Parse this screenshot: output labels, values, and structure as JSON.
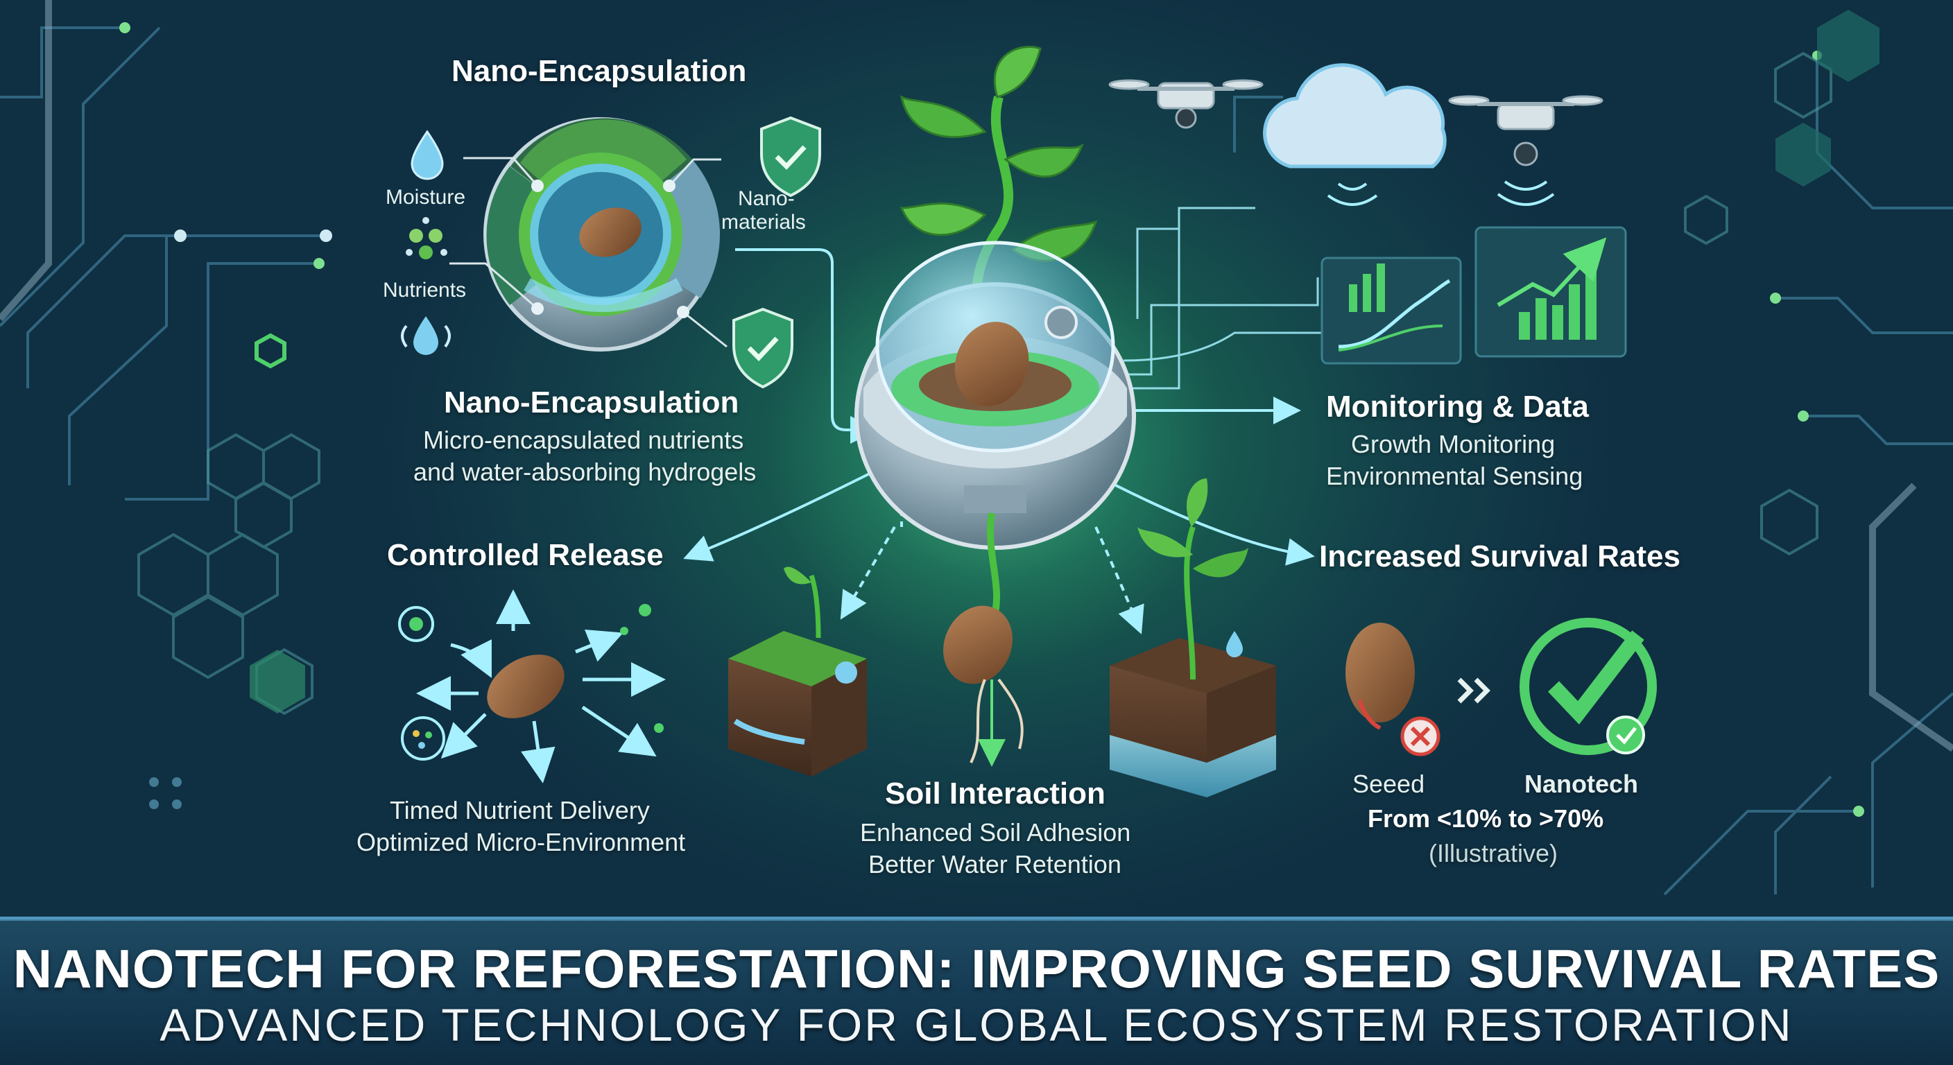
{
  "nano_top": {
    "title": "Nano-Encapsulation",
    "moisture": "Moisture",
    "nutrients": "Nutrients",
    "nanomaterials_1": "Nano-",
    "nanomaterials_2": "materials"
  },
  "nano_main": {
    "title": "Nano-Encapsulation",
    "line1": "Micro-encapsulated nutrients",
    "line2": "and water-absorbing hydrogels"
  },
  "controlled": {
    "title": "Controlled Release",
    "line1": "Timed Nutrient Delivery",
    "line2": "Optimized Micro-Environment"
  },
  "soil": {
    "title": "Soil Interaction",
    "line1": "Enhanced Soil Adhesion",
    "line2": "Better Water Retention"
  },
  "monitoring": {
    "title": "Monitoring & Data",
    "line1": "Growth Monitoring",
    "line2": "Environmental Sensing"
  },
  "survival": {
    "title": "Increased Survival Rates",
    "seed": "Seeed",
    "nanotech": "Nanotech",
    "from": "From <10% to >70%",
    "note": "(Illustrative)"
  },
  "banner": {
    "title": "NANOTECH FOR REFORESTATION: IMPROVING SEED SURVIVAL RATES",
    "subtitle": "ADVANCED TECHNOLOGY FOR GLOBAL ECOSYSTEM RESTORATION"
  },
  "colors": {
    "accent_green": "#4fd06a",
    "accent_cyan": "#7fe3f0",
    "seed_brown": "#8a5a36",
    "fail_red": "#d6453b",
    "banner_blue": "#163e57"
  },
  "icons": [
    "water-drop-icon",
    "nutrient-dots-icon",
    "shield-check-icon",
    "drone-icon",
    "cloud-icon",
    "chart-icon",
    "seed-icon",
    "checkmark-icon",
    "x-mark-icon",
    "leaf-logo-icon",
    "globe-icon",
    "gear-icon",
    "circuit-icon"
  ]
}
